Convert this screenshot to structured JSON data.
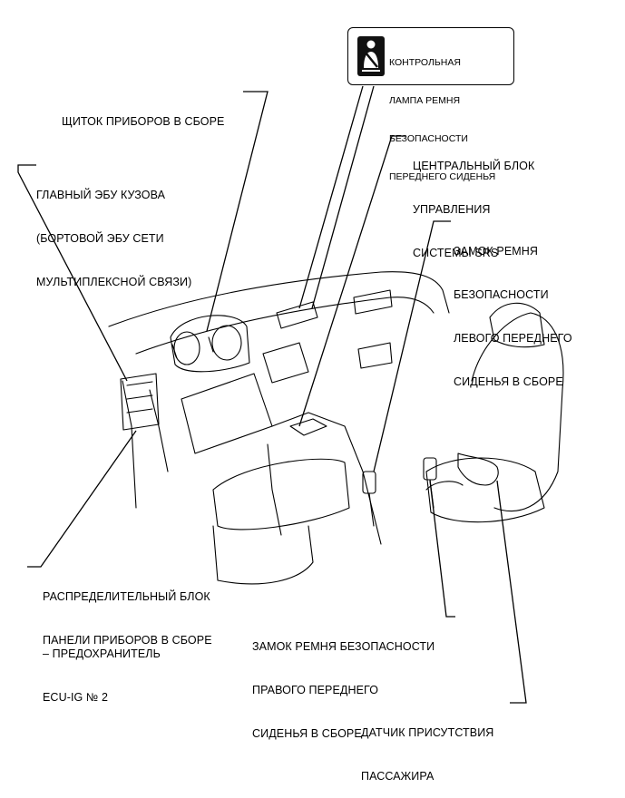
{
  "labels": {
    "warning_lamp": [
      "КОНТРОЛЬНАЯ",
      "ЛАМПА РЕМНЯ",
      "БЕЗОПАСНОСТИ",
      "ПЕРЕДНЕГО СИДЕНЬЯ"
    ],
    "instrument_cluster": [
      "ЩИТОК ПРИБОРОВ В СБОРЕ"
    ],
    "body_ecu": [
      "ГЛАВНЫЙ ЭБУ КУЗОВА",
      "(БОРТОВОЙ ЭБУ СЕТИ",
      "МУЛЬТИПЛЕКСНОЙ СВЯЗИ)"
    ],
    "srs_center": [
      "ЦЕНТРАЛЬНЫЙ БЛОК",
      "УПРАВЛЕНИЯ",
      "СИСТЕМЫ SRS"
    ],
    "left_buckle": [
      "ЗАМОК РЕМНЯ",
      "БЕЗОПАСНОСТИ",
      "ЛЕВОГО ПЕРЕДНЕГО",
      "СИДЕНЬЯ В СБОРЕ"
    ],
    "junction_block": [
      "РАСПРЕДЕЛИТЕЛЬНЫЙ БЛОК",
      "ПАНЕЛИ ПРИБОРОВ В СБОРЕ"
    ],
    "fuse": [
      "– ПРЕДОХРАНИТЕЛЬ",
      "ECU-IG № 2"
    ],
    "right_buckle": [
      "ЗАМОК РЕМНЯ БЕЗОПАСНОСТИ",
      "ПРАВОГО ПЕРЕДНЕГО",
      "СИДЕНЬЯ В СБОРЕ"
    ],
    "occupant_sensor": [
      "ДАТЧИК ПРИСУТСТВИЯ",
      "ПАССАЖИРА"
    ]
  },
  "icons": {
    "warning_lamp_icon": "seatbelt-icon"
  }
}
